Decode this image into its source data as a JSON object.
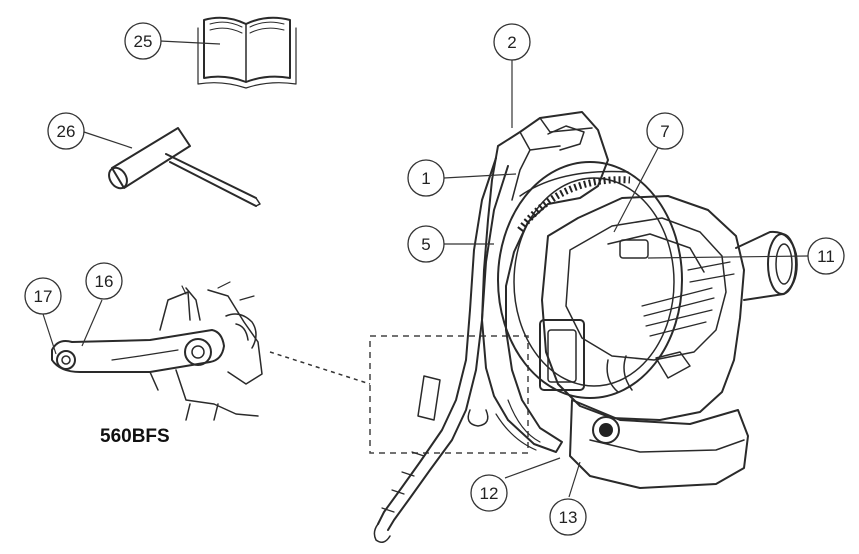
{
  "model_label": "560BFS",
  "callouts": [
    {
      "id": "manual",
      "number": "25"
    },
    {
      "id": "wrench",
      "number": "26"
    },
    {
      "id": "frame",
      "number": "2"
    },
    {
      "id": "harness",
      "number": "1"
    },
    {
      "id": "strap",
      "number": "5"
    },
    {
      "id": "engine-cover",
      "number": "7"
    },
    {
      "id": "outlet",
      "number": "11"
    },
    {
      "id": "lower-left",
      "number": "12"
    },
    {
      "id": "fuel-cap",
      "number": "13"
    },
    {
      "id": "lever-tip",
      "number": "17"
    },
    {
      "id": "throttle-lever",
      "number": "16"
    }
  ]
}
